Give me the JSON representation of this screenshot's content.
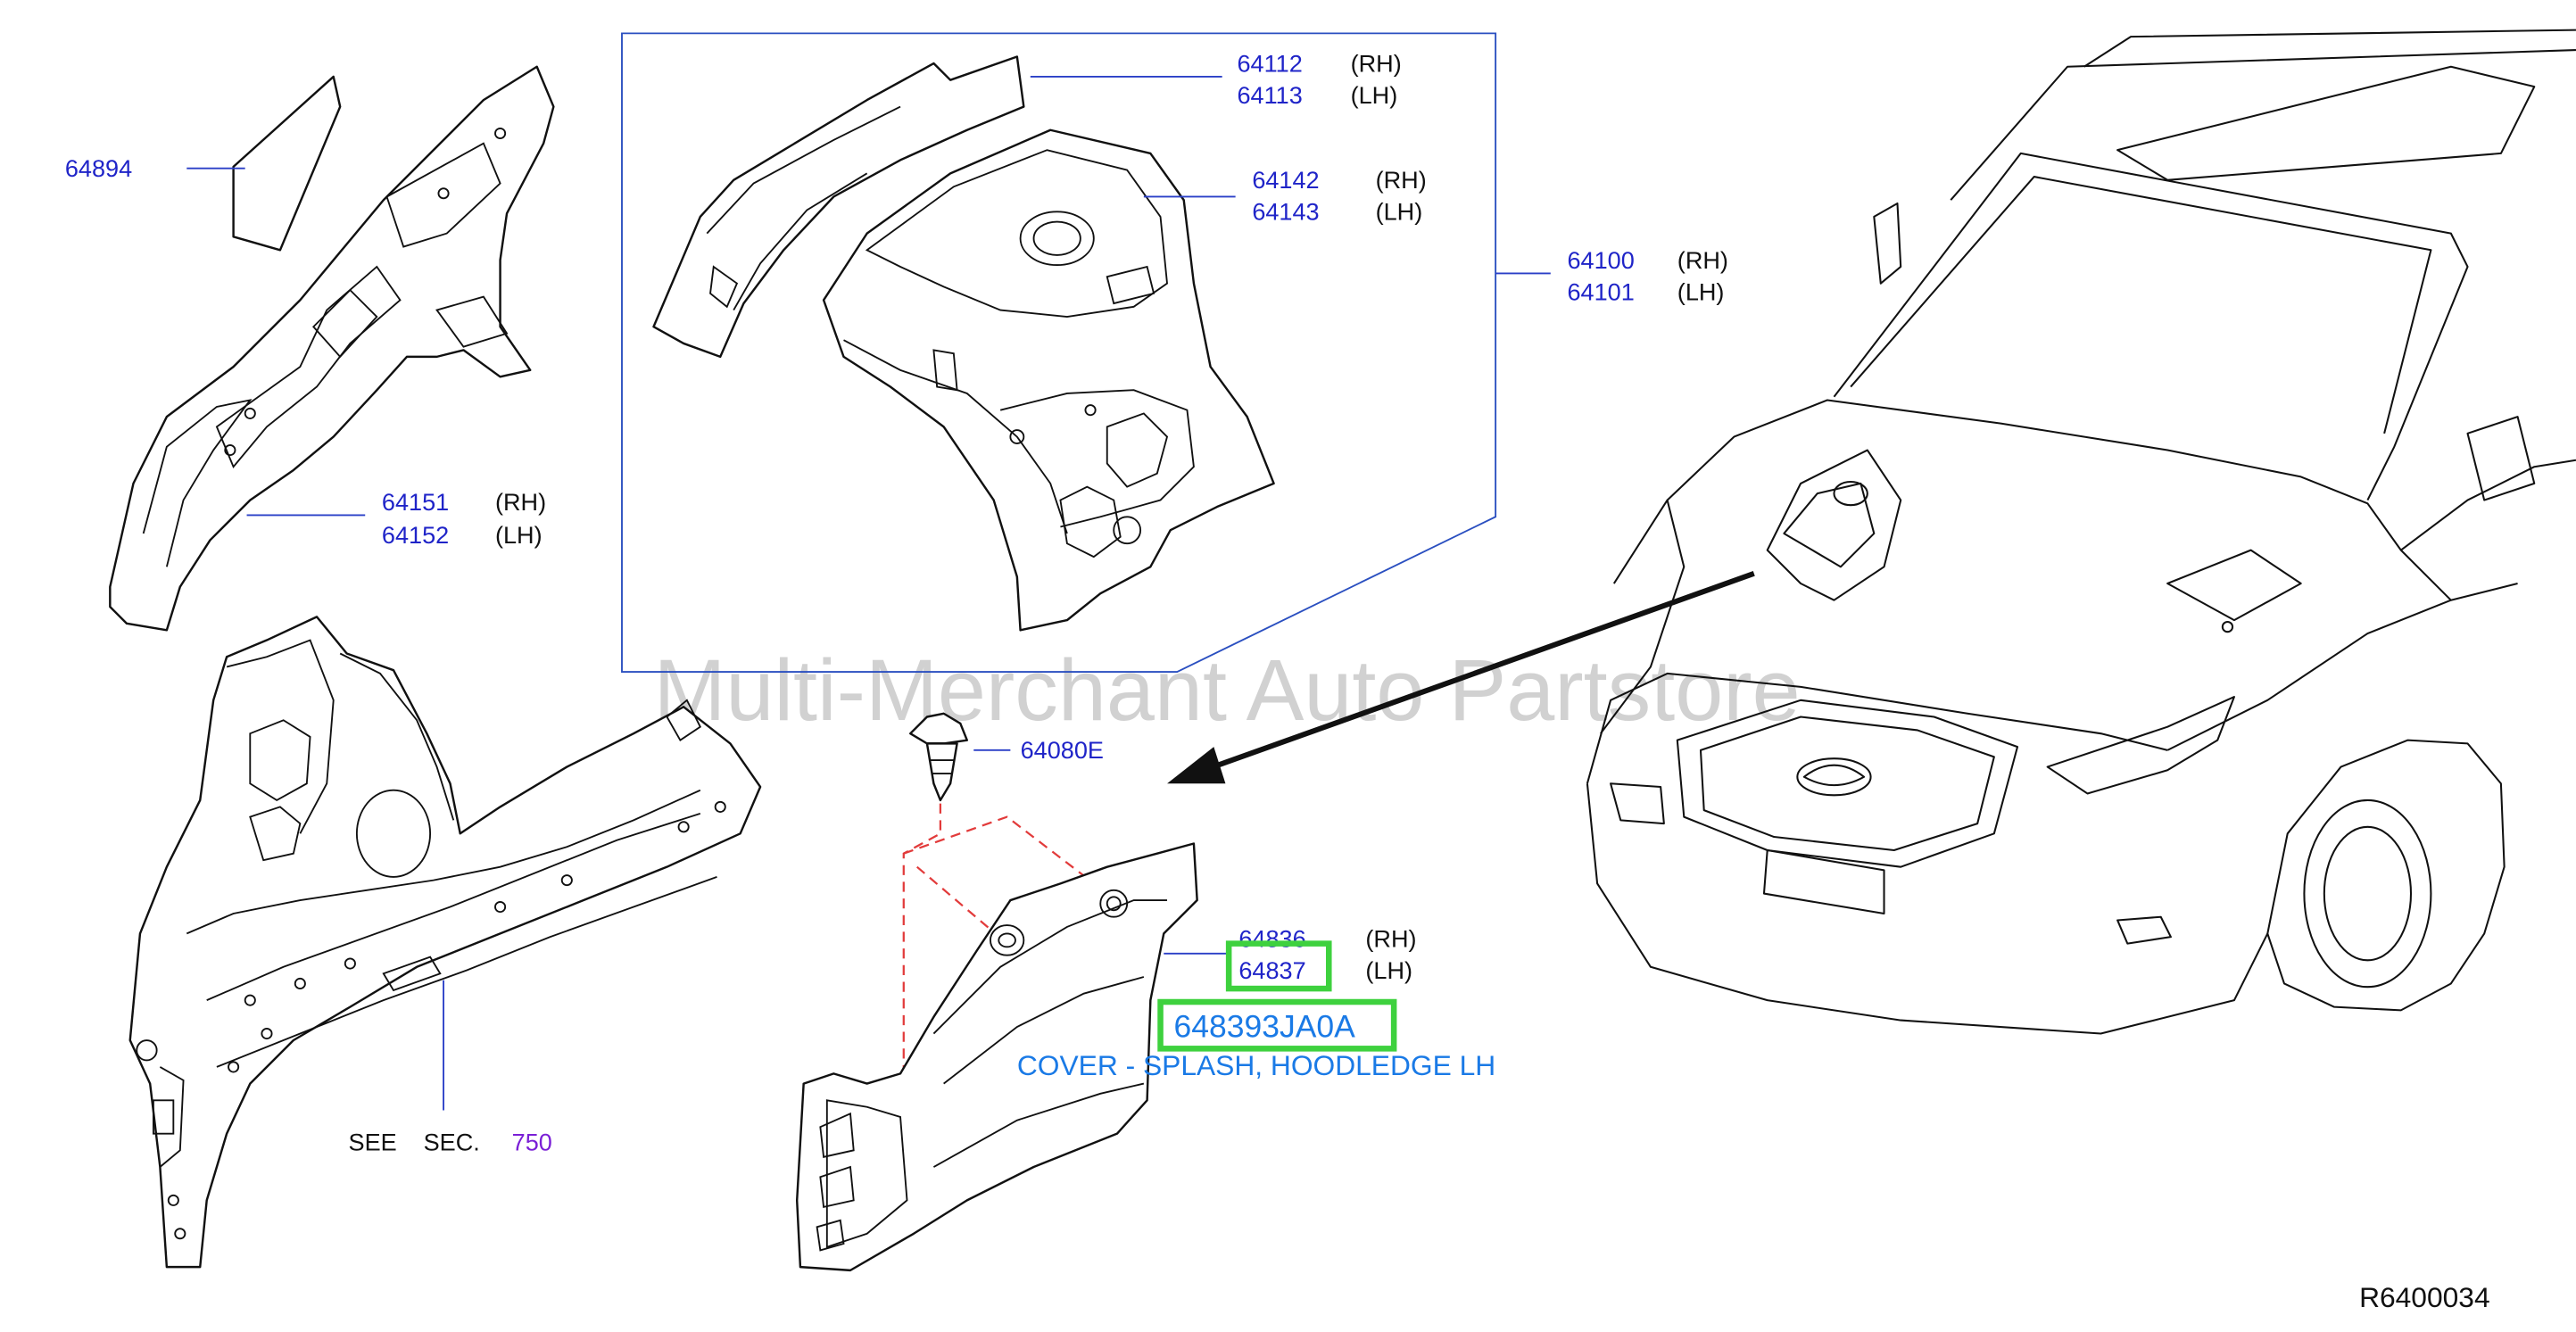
{
  "callouts": {
    "p64894": "64894",
    "p64112": "64112",
    "p64113": "64113",
    "p64142": "64142",
    "p64143": "64143",
    "p64100": "64100",
    "p64101": "64101",
    "p64151": "64151",
    "p64152": "64152",
    "p64080e": "64080E",
    "p64836": "64836",
    "p64837": "64837",
    "rh": "(RH)",
    "lh": "(LH)"
  },
  "highlight": {
    "part_number": "648393JA0A",
    "description": "COVER - SPLASH, HOODLEDGE LH"
  },
  "see_section": {
    "see": "SEE",
    "sec": "SEC.",
    "number": "750"
  },
  "watermark": "Multi-Merchant Auto Partstore",
  "diagram_code": "R6400034",
  "colors": {
    "part_number": "#1f24c8",
    "highlight_text": "#1a7ae6",
    "highlight_box": "#3ed13e",
    "dashed_guide": "#e23b3b",
    "section_ref": "#7a1fd6"
  }
}
